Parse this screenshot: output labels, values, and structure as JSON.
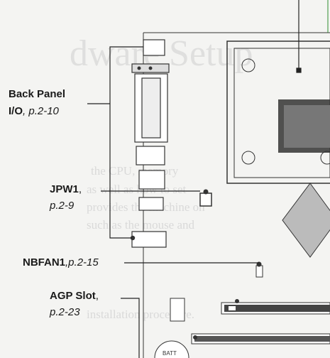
{
  "labels": {
    "back_panel": {
      "name_line1": "Back Panel",
      "name_line2": "I/O",
      "ref": ", p.2-10"
    },
    "jpw1": {
      "name": "JPW1",
      "punct": ",",
      "ref": "p.2-9"
    },
    "nbfan1": {
      "name": "NBFAN1",
      "ref": ",p.2-15"
    },
    "agp": {
      "name": "AGP Slot",
      "punct": ",",
      "ref": "p.2-23"
    }
  },
  "board_marks": {
    "batt": "BATT"
  },
  "background_text": {
    "title_fragment": "dware Setup",
    "body_lines": [
      "the CPU, memory",
      "as well as how to set",
      "provides the machine on",
      "such as the mouse and",
      "installation procedure."
    ]
  },
  "colors": {
    "ink": "#1a1a1a",
    "line": "#222222",
    "board_line": "#333333",
    "ghost": "#c8c8c8",
    "accent": "#2e8b2e"
  }
}
